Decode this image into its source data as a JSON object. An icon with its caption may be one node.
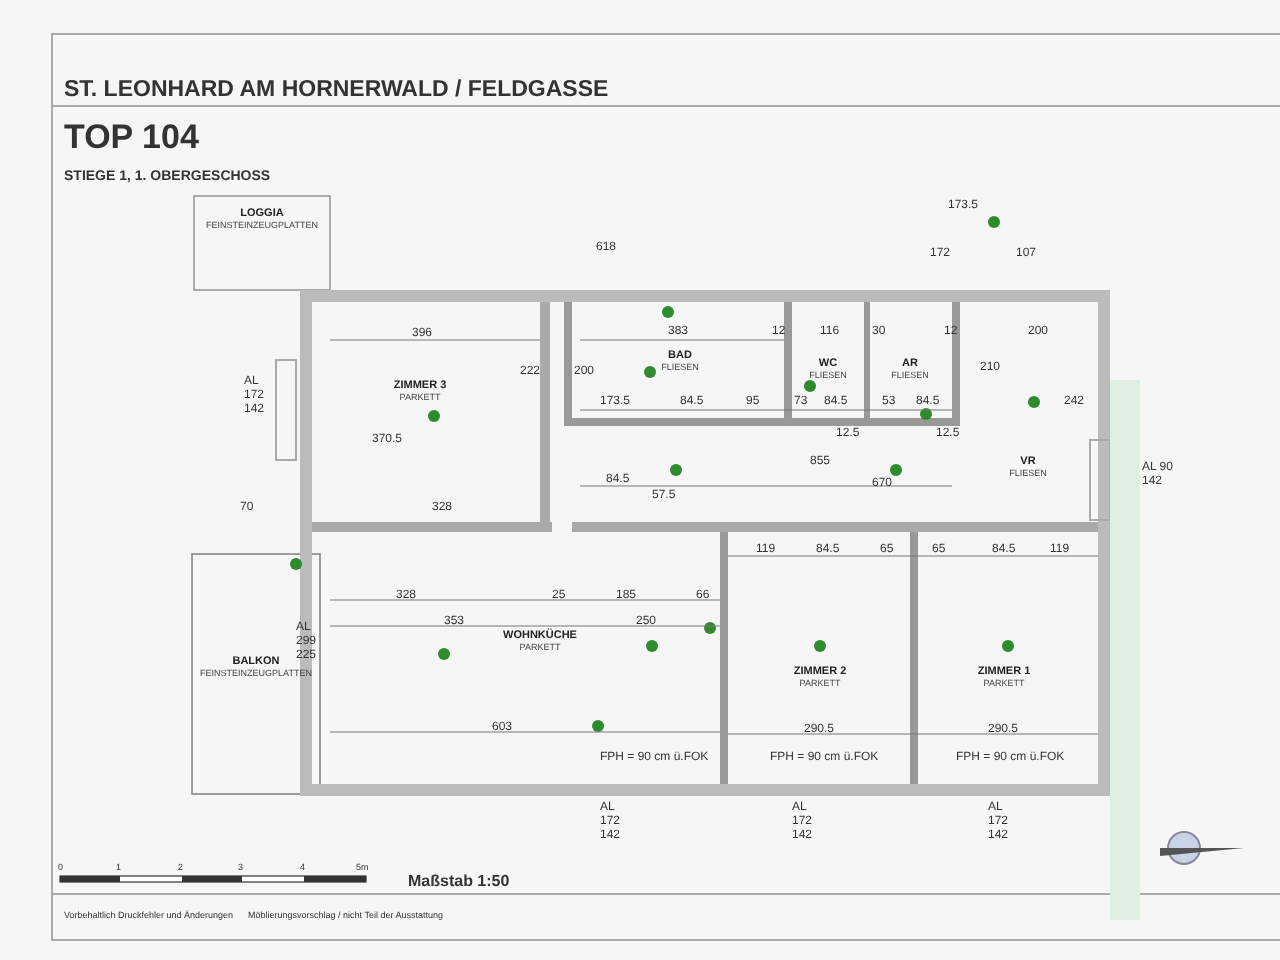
{
  "diagram": {
    "title": "ST. LEONHARD AM HORNERWALD / FELDGASSE",
    "nodes": [
      {
        "text": [
          "LOGGIA",
          "FEINSTEINZEUGPLATTEN"
        ]
      },
      {
        "text": [
          "ZIMMER 3",
          "PARKETT"
        ]
      },
      {
        "text": [
          "BAD",
          "FLIESEN"
        ]
      },
      {
        "text": [
          "WC",
          "FLIESEN"
        ]
      },
      {
        "text": [
          "AR",
          "FLIESEN"
        ]
      },
      {
        "text": [
          "VR",
          "FLIESEN"
        ]
      },
      {
        "text": [
          "WOHNKÜCHE",
          "PARKETT"
        ]
      },
      {
        "text": [
          "BALKON",
          "FEINSTEINZEUGPLATTEN"
        ]
      },
      {
        "text": [
          "ZIMMER 2",
          "PARKETT"
        ]
      },
      {
        "text": [
          "ZIMMER 1",
          "PARKETT"
        ]
      }
    ],
    "labels": [
      "TOP 104",
      "STIEGE 1, 1. OBERGESCHOSS",
      "618",
      "173.5",
      "172",
      "107",
      "396",
      "383",
      "12",
      "116",
      "30",
      "12",
      "200",
      "222",
      "200",
      "210",
      "AL 172 142",
      "370.5",
      "173.5",
      "84.5",
      "95",
      "73",
      "84.5",
      "53",
      "84.5",
      "12.5",
      "12.5",
      "242",
      "84.5",
      "57.5",
      "855",
      "670",
      "AL 90 142",
      "70",
      "328",
      "328",
      "25",
      "185",
      "66",
      "353",
      "250",
      "AL 299 225",
      "119",
      "84.5",
      "65",
      "65",
      "84.5",
      "119",
      "603",
      "290.5",
      "290.5",
      "FPH = 90 cm ü.FOK",
      "FPH = 90 cm ü.FOK",
      "FPH = 90 cm ü.FOK",
      "AL 172 142",
      "AL 172 142",
      "AL 172 142",
      "0",
      "1",
      "2",
      "3",
      "4",
      "5m",
      "Maßstab 1:50",
      "Vorbehaltlich Druckfehler und Änderungen",
      "Möblierungsvorschlag / nicht Teil der Ausstattung"
    ]
  }
}
